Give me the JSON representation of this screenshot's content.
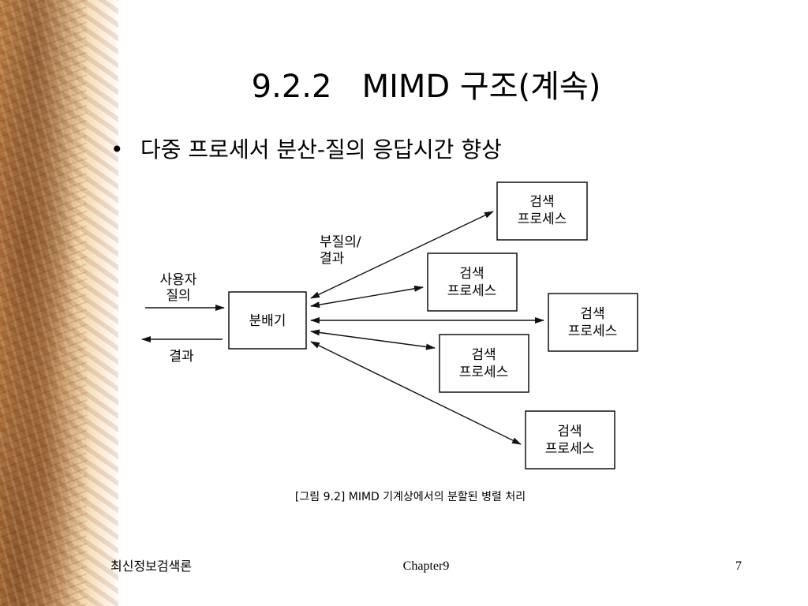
{
  "slide": {
    "title": "9.2.2   MIMD 구조(계속)",
    "bullet": "다중 프로세서 분산-질의 응답시간 향상"
  },
  "diagram": {
    "distributor": "분배기",
    "user_query": [
      "사용자",
      "질의"
    ],
    "result": "결과",
    "subquery_label": [
      "부질의/",
      "결과"
    ],
    "search_processes": [
      [
        "검색",
        "프로세스"
      ],
      [
        "검색",
        "프로세스"
      ],
      [
        "검색",
        "프로세스"
      ],
      [
        "검색",
        "프로세스"
      ],
      [
        "검색",
        "프로세스"
      ]
    ]
  },
  "caption": "[그림 9.2] MIMD 기계상에서의 분할된 병렬 처리",
  "footer": {
    "left": "최신정보검색론",
    "center": "Chapter9",
    "page_number": "7"
  }
}
